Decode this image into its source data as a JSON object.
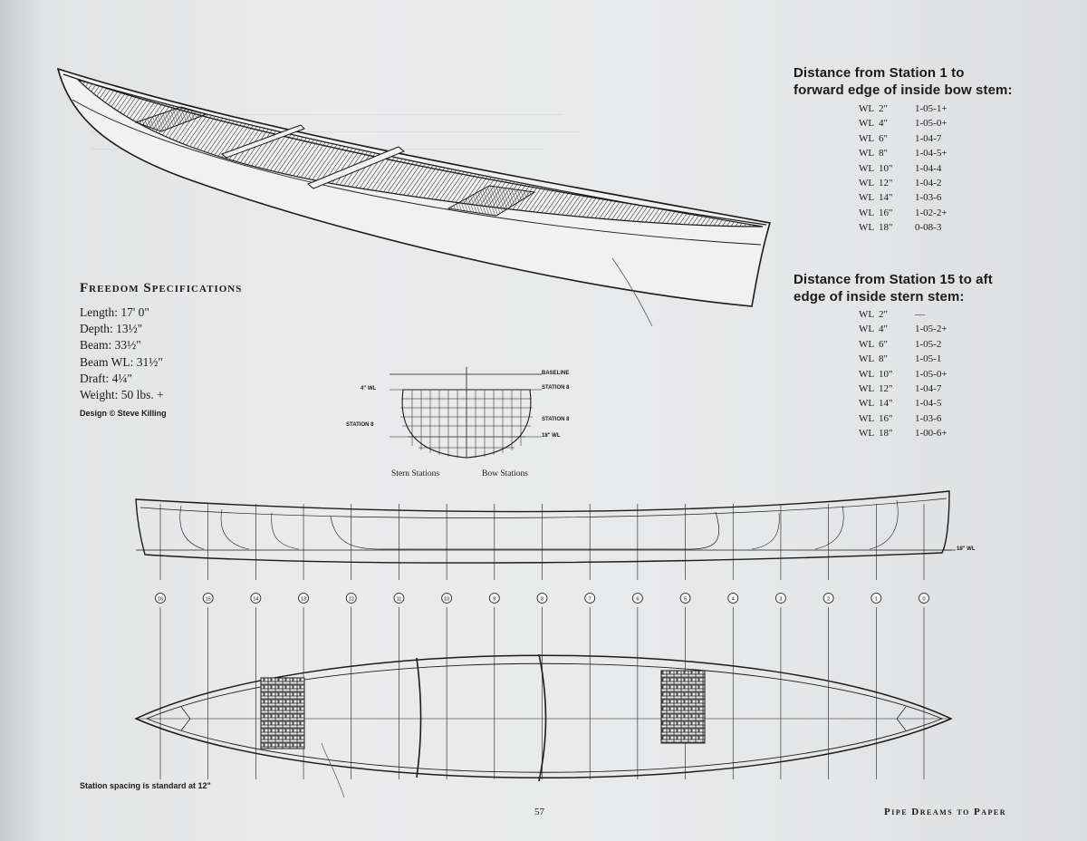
{
  "bow_table": {
    "heading_line1": "Distance from Station 1 to",
    "heading_line2": "forward edge of inside bow stem:",
    "rows": [
      {
        "wl": "WL",
        "depth": "2\"",
        "value": "1-05-1+"
      },
      {
        "wl": "WL",
        "depth": "4\"",
        "value": "1-05-0+"
      },
      {
        "wl": "WL",
        "depth": "6\"",
        "value": "1-04-7"
      },
      {
        "wl": "WL",
        "depth": "8\"",
        "value": "1-04-5+"
      },
      {
        "wl": "WL",
        "depth": "10\"",
        "value": "1-04-4"
      },
      {
        "wl": "WL",
        "depth": "12\"",
        "value": "1-04-2"
      },
      {
        "wl": "WL",
        "depth": "14\"",
        "value": "1-03-6"
      },
      {
        "wl": "WL",
        "depth": "16\"",
        "value": "1-02-2+"
      },
      {
        "wl": "WL",
        "depth": "18\"",
        "value": "0-08-3"
      }
    ]
  },
  "stern_table": {
    "heading_line1": "Distance from Station 15 to aft",
    "heading_line2": "edge of inside stern stem:",
    "rows": [
      {
        "wl": "WL",
        "depth": "2\"",
        "value": "—"
      },
      {
        "wl": "WL",
        "depth": "4\"",
        "value": "1-05-2+"
      },
      {
        "wl": "WL",
        "depth": "6\"",
        "value": "1-05-2"
      },
      {
        "wl": "WL",
        "depth": "8\"",
        "value": "1-05-1"
      },
      {
        "wl": "WL",
        "depth": "10\"",
        "value": "1-05-0+"
      },
      {
        "wl": "WL",
        "depth": "12\"",
        "value": "1-04-7"
      },
      {
        "wl": "WL",
        "depth": "14\"",
        "value": "1-04-5"
      },
      {
        "wl": "WL",
        "depth": "16\"",
        "value": "1-03-6"
      },
      {
        "wl": "WL",
        "depth": "18\"",
        "value": "1-00-6+"
      }
    ]
  },
  "specs": {
    "title": "Freedom Specifications",
    "items": [
      "Length: 17' 0\"",
      "Depth: 13½\"",
      "Beam: 33½\"",
      "Beam WL: 31½\"",
      "Draft: 4¼\"",
      "Weight: 50 lbs. +"
    ],
    "credit": "Design © Steve Killing"
  },
  "body_plan": {
    "baseline": "BASELINE",
    "station_top": "STATION 8",
    "wl4": "4\" WL",
    "station_left": "STATION 8",
    "station_right": "STATION 8",
    "wl18": "18\" WL",
    "stern_caption": "Stern Stations",
    "bow_caption": "Bow Stations"
  },
  "profile": {
    "wl_label": "18\" WL"
  },
  "station_markers": [
    "16",
    "15",
    "14",
    "13",
    "12",
    "11",
    "10",
    "9",
    "8",
    "7",
    "6",
    "5",
    "4",
    "3",
    "2",
    "1",
    "0"
  ],
  "footer": {
    "footnote": "Station spacing is standard at 12\"",
    "page_number": "57",
    "running_head": "Pipe Dreams to Paper"
  },
  "colors": {
    "ink": "#1b1b1b",
    "paper": "#e9eaeb"
  }
}
